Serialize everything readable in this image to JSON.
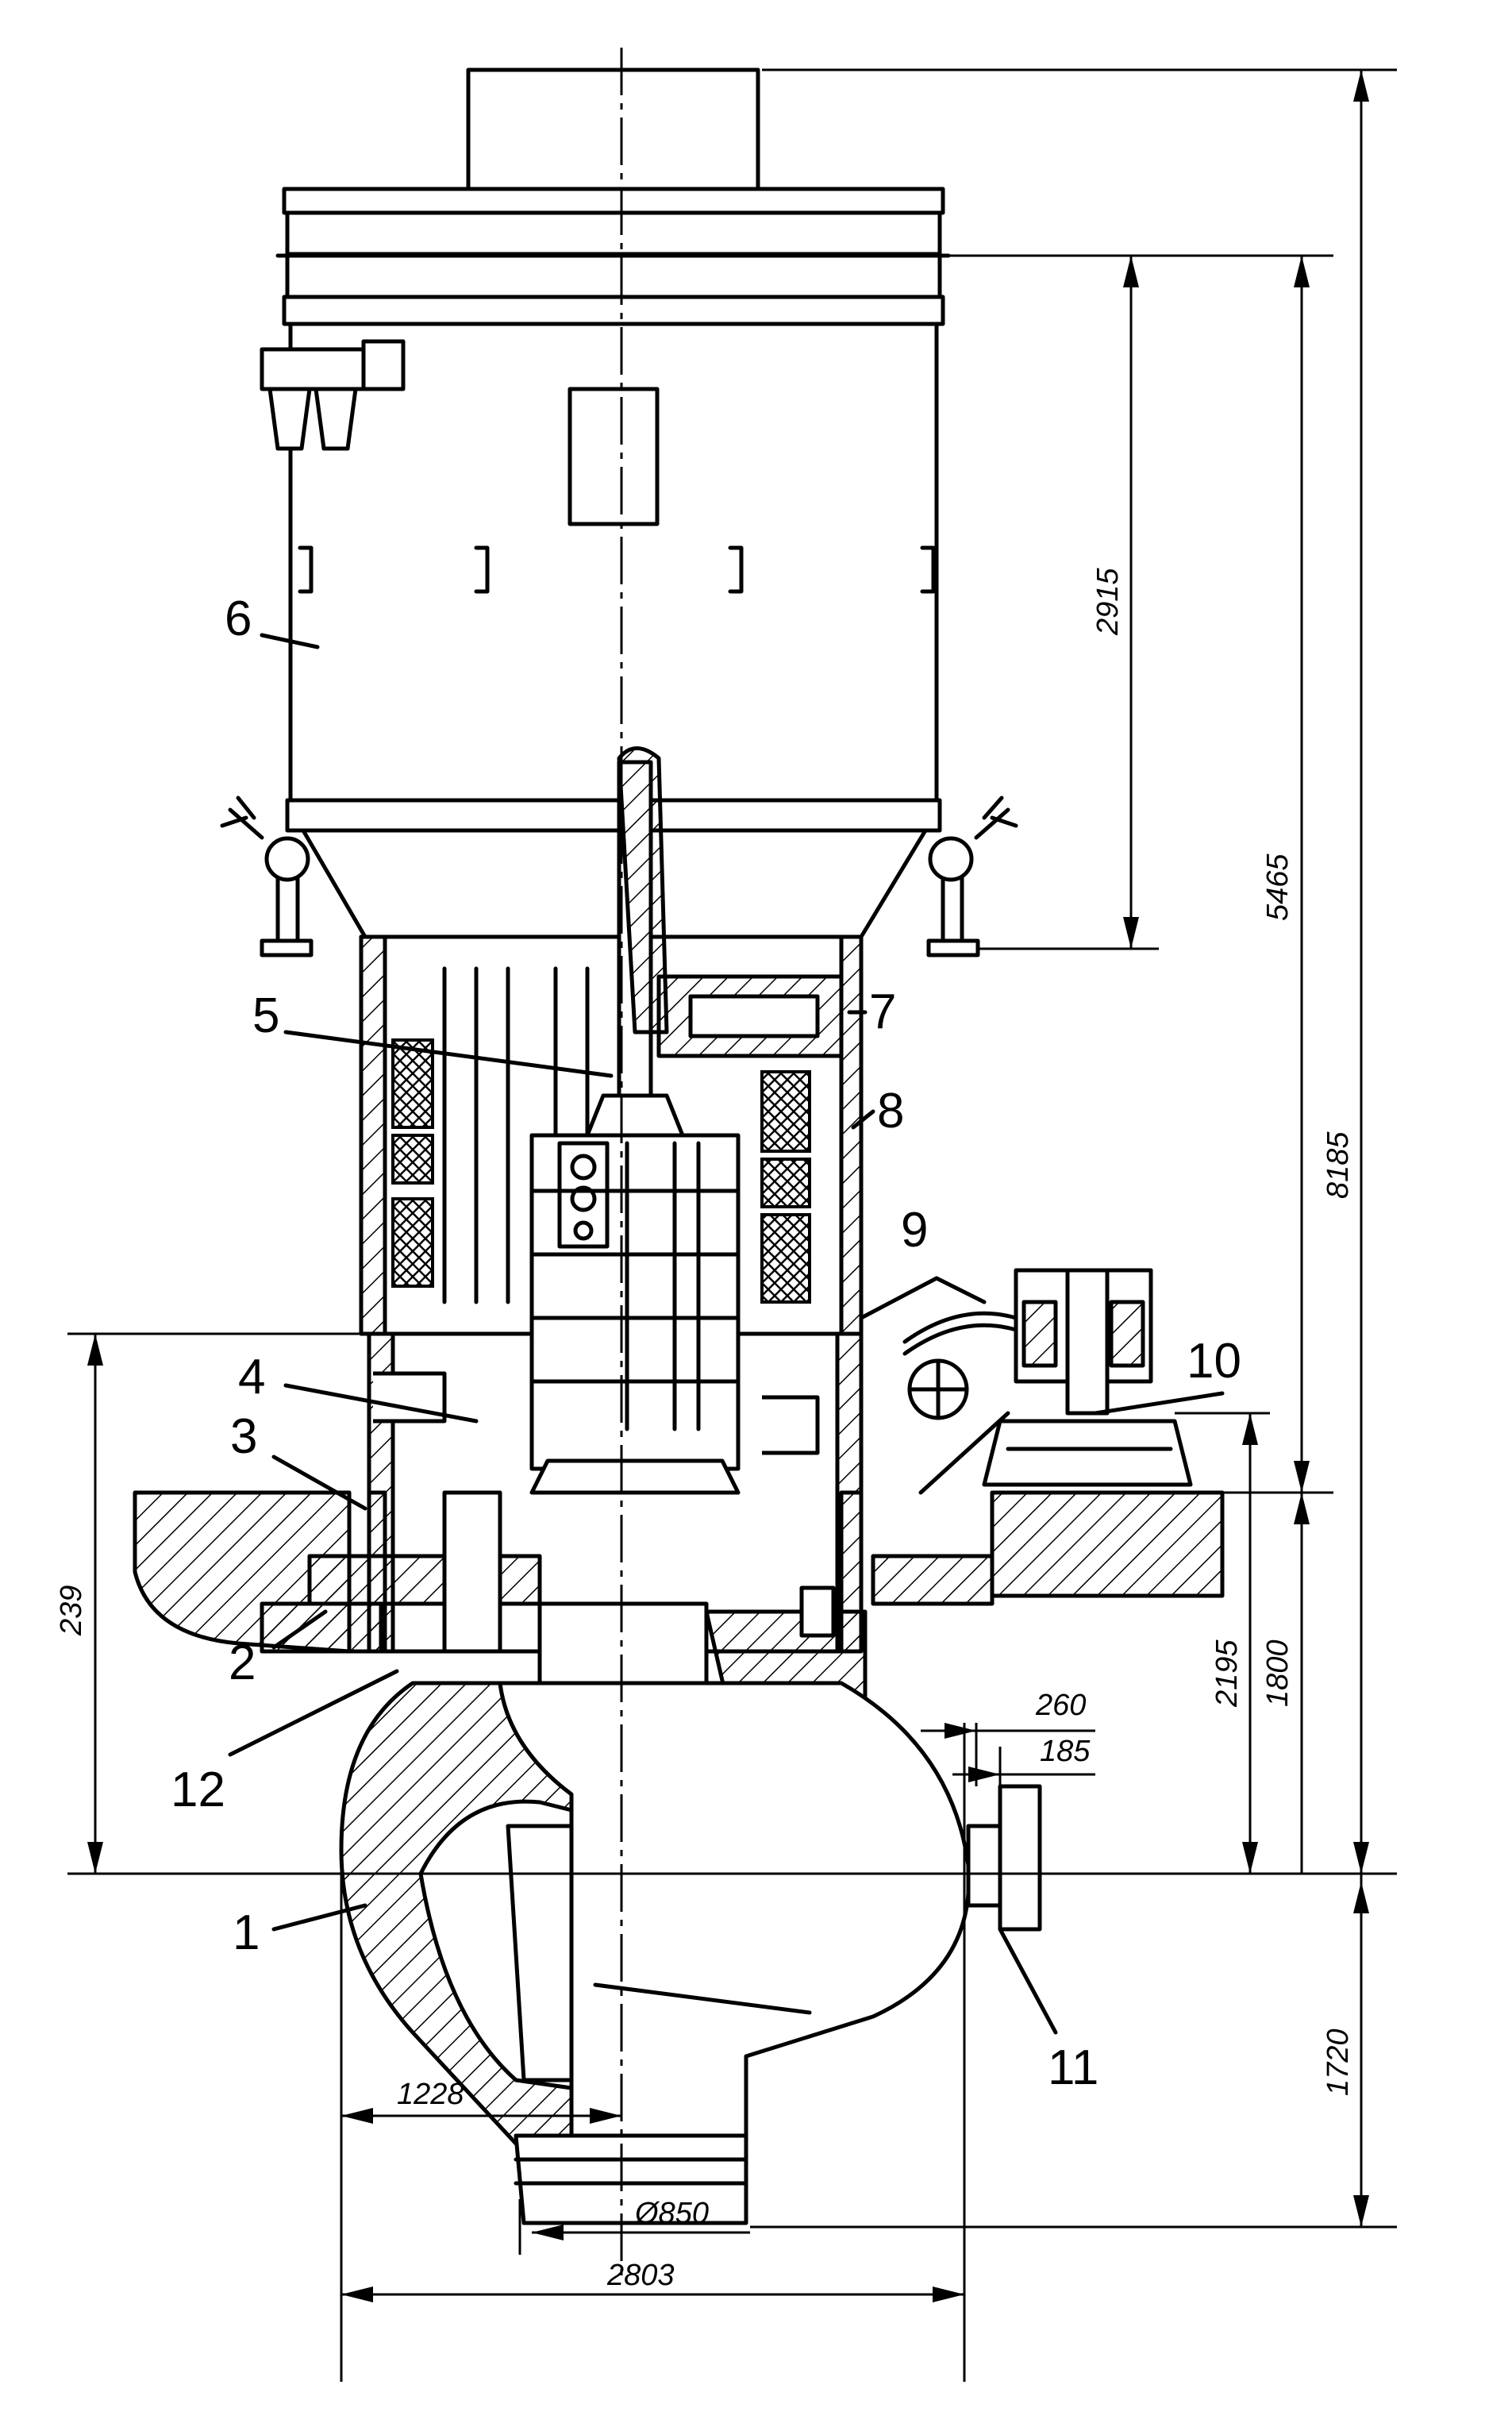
{
  "callouts": {
    "c1": "1",
    "c2": "2",
    "c3": "3",
    "c4": "4",
    "c5": "5",
    "c6": "6",
    "c7": "7",
    "c8": "8",
    "c9": "9",
    "c10": "10",
    "c11": "11",
    "c12": "12"
  },
  "dimensions": {
    "d2915": "2915",
    "d5465": "5465",
    "d8185": "8185",
    "d239": "239",
    "d2195": "2195",
    "d1800": "1800",
    "d1720": "1720",
    "d260": "260",
    "d185": "185",
    "d1228": "1228",
    "d850": "Ø850",
    "d2803": "2803"
  }
}
